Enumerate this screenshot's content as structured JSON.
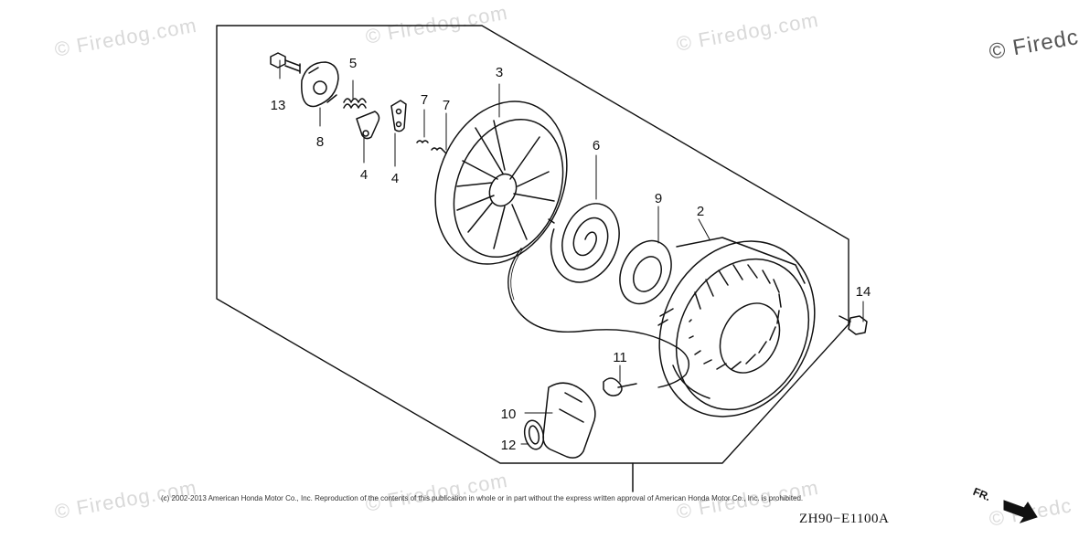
{
  "watermarks": {
    "text": "© Firedog.com",
    "corner_text": "© Firedc"
  },
  "callouts": {
    "c1": "2",
    "c2": "3",
    "c3": "4",
    "c4": "4",
    "c5": "5",
    "c6": "6",
    "c7": "7",
    "c8": "7",
    "c9": "8",
    "c10": "9",
    "c11": "10",
    "c12": "11",
    "c13": "12",
    "c14": "13",
    "c15": "14"
  },
  "footer": {
    "copyright": "(c) 2002-2013 American Honda Motor Co., Inc. Reproduction of the contents of this publication in whole or in part without the express written approval of American Honda Motor Co., Inc. is prohibited.",
    "diagram_code": "ZH90−E1100A",
    "direction_label": "FR."
  },
  "colors": {
    "ink": "#111111",
    "watermark": "#d9d9d9"
  }
}
